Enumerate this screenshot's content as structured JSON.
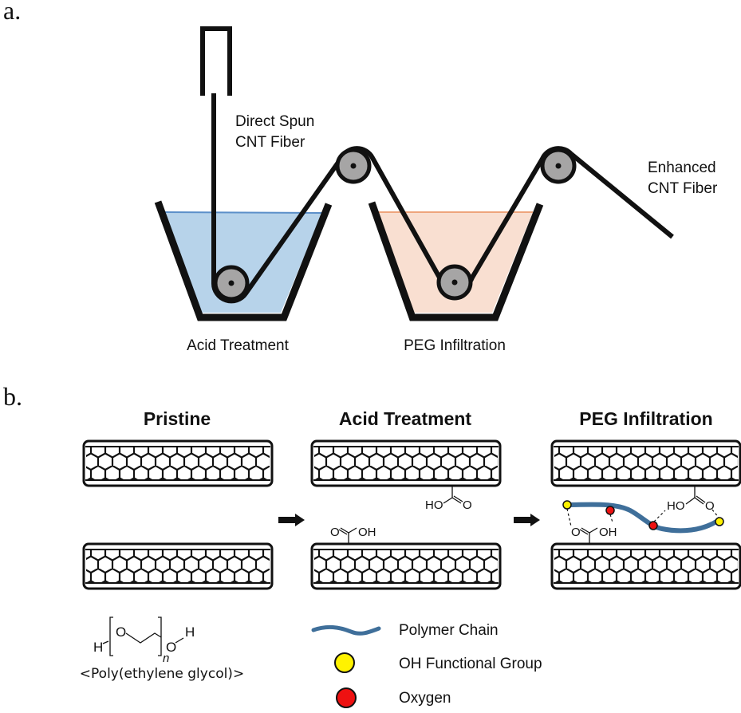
{
  "panel_a": {
    "label": "a.",
    "spinner_label_line1": "Direct Spun",
    "spinner_label_line2": "CNT Fiber",
    "output_label_line1": "Enhanced",
    "output_label_line2": "CNT Fiber",
    "bath1_label": "Acid Treatment",
    "bath2_label": "PEG Infiltration",
    "colors": {
      "acid_bath": "#b7d3ea",
      "acid_line": "#5b8fc9",
      "peg_bath": "#f9dfd1",
      "peg_line": "#eea57c",
      "roller": "#a6a5a5"
    }
  },
  "panel_b": {
    "label": "b.",
    "stages": [
      {
        "title": "Pristine"
      },
      {
        "title": "Acid Treatment"
      },
      {
        "title": "PEG Infiltration"
      }
    ],
    "groups": {
      "cooh_top_left": "HO",
      "cooh_top_right": "O",
      "cooh_bottom_left": "O",
      "cooh_bottom_right": "OH"
    },
    "peg_formula": {
      "h_left": "H",
      "o_left": "O",
      "o_right": "O",
      "h_right": "H",
      "subscript": "n",
      "name": "<Poly(ethylene glycol)>"
    },
    "legend": [
      {
        "label": "Polymer Chain",
        "symbol": "polymer-chain",
        "color": "#3f6f9a"
      },
      {
        "label": "OH Functional Group",
        "symbol": "circle",
        "color": "#fff200"
      },
      {
        "label": "Oxygen",
        "symbol": "circle",
        "color": "#ee1111"
      }
    ]
  }
}
